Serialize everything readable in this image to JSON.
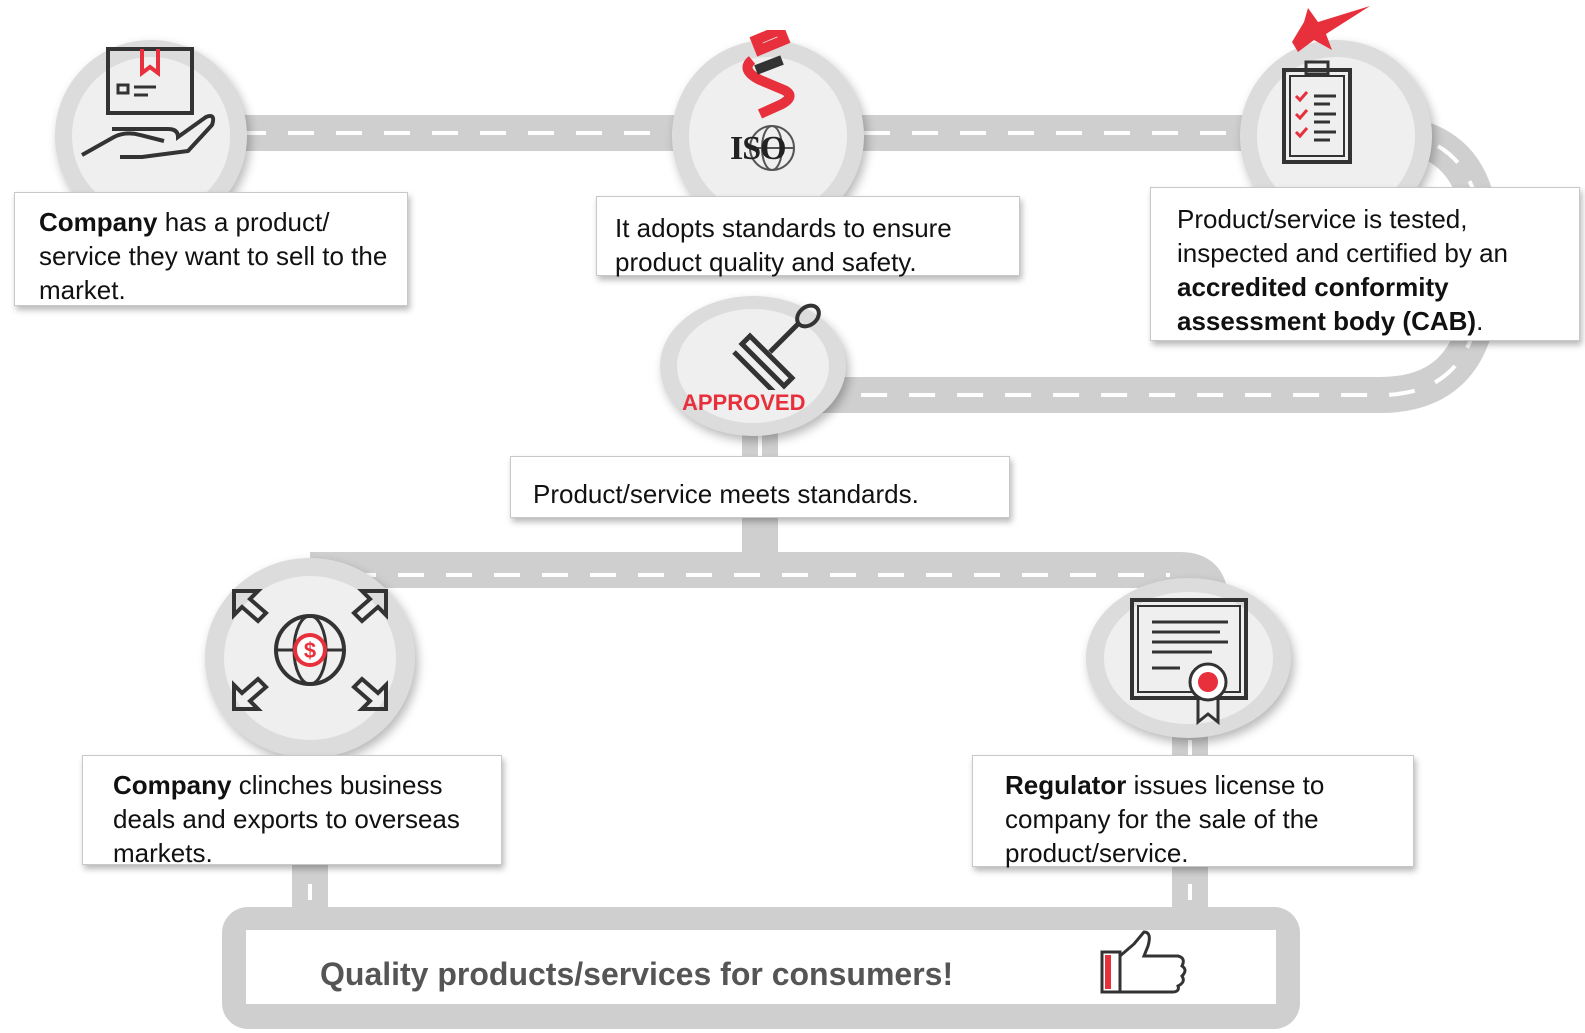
{
  "steps": [
    {
      "bold": "Company",
      "text": " has a product/ service they want to sell to the market.",
      "icon": "product-hand-icon"
    },
    {
      "bold": "",
      "text": "It adopts standards to ensure product quality and safety.",
      "icon": "iso-standards-icon"
    },
    {
      "bold_prefix": "Product/service is tested, inspected and certified by an ",
      "bold": "accredited conformity assessment body (CAB)",
      "suffix": ".",
      "icon": "clipboard-checklist-icon"
    },
    {
      "text": "Product/service meets standards.",
      "icon": "approved-stamp-icon",
      "stamp_label": "APPROVED"
    },
    {
      "bold": "Regulator",
      "text": " issues license to company for the sale of the product/service.",
      "icon": "certificate-icon"
    },
    {
      "bold": "Company",
      "text": " clinches business deals and exports to overseas markets.",
      "icon": "global-trade-icon"
    }
  ],
  "conclusion": {
    "text": "Quality products/services for consumers!",
    "icon": "thumbs-up-icon"
  },
  "iso_label": "ISO",
  "colors": {
    "accent": "#e8303d",
    "road": "#cfcfcf",
    "circle": "#dcdcdc",
    "text": "#111111",
    "conclusion_text": "#555555"
  }
}
